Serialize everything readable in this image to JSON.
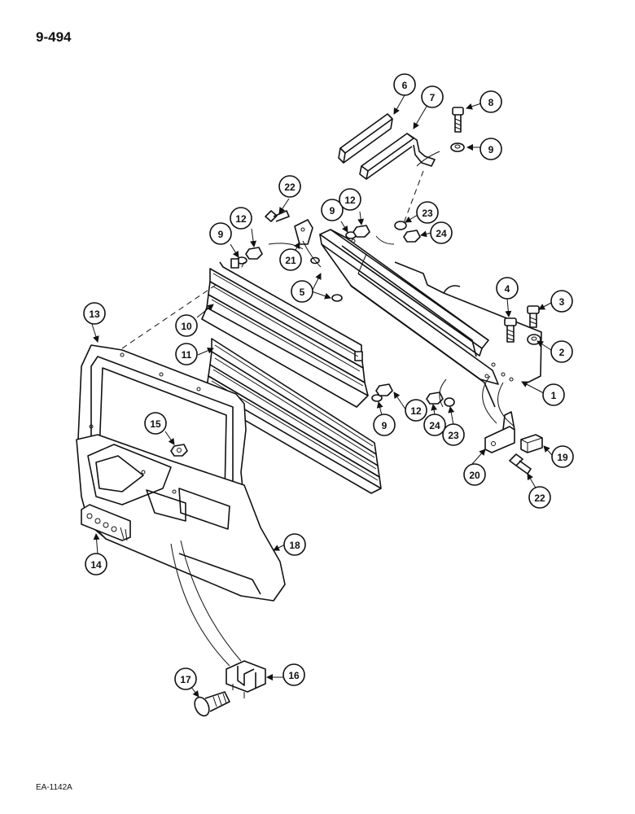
{
  "page_number": "9-494",
  "drawing_code": "EA-1142A",
  "callouts": [
    "1",
    "2",
    "3",
    "4",
    "5",
    "6",
    "7",
    "8",
    "9",
    "9",
    "9",
    "9",
    "10",
    "11",
    "12",
    "12",
    "12",
    "13",
    "14",
    "15",
    "16",
    "17",
    "18",
    "19",
    "20",
    "21",
    "22",
    "22",
    "23",
    "23",
    "24",
    "24"
  ]
}
